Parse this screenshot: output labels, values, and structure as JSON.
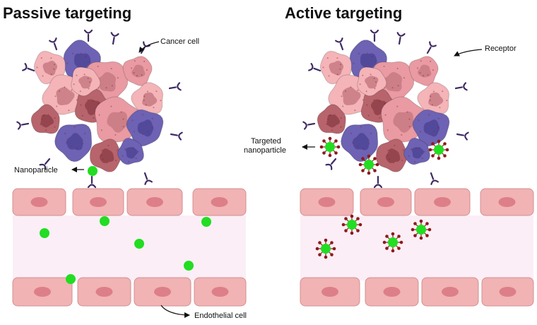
{
  "panels": {
    "passive": {
      "title": "Passive targeting",
      "cancer_cell_label": "Cancer cell",
      "nanoparticle_label": "Nanoparticle",
      "endothelial_label": "Endothelial cell"
    },
    "active": {
      "title": "Active targeting",
      "receptor_label": "Receptor",
      "targeted_label_line1": "Targeted",
      "targeted_label_line2": "nanoparticle"
    }
  },
  "colors": {
    "nanoparticle": "#22dd22",
    "ligand": "#8b1a1a",
    "endothelial": "#f1b3b3",
    "nucleus": "#dd7f88",
    "vessel_lumen": "#fbeef6",
    "cancer_pink": "#e99aa2",
    "cancer_light": "#f4b4b8",
    "cancer_dark_red": "#b7646c",
    "cancer_purple": "#6d62b3",
    "receptor": "#3e2a63"
  }
}
